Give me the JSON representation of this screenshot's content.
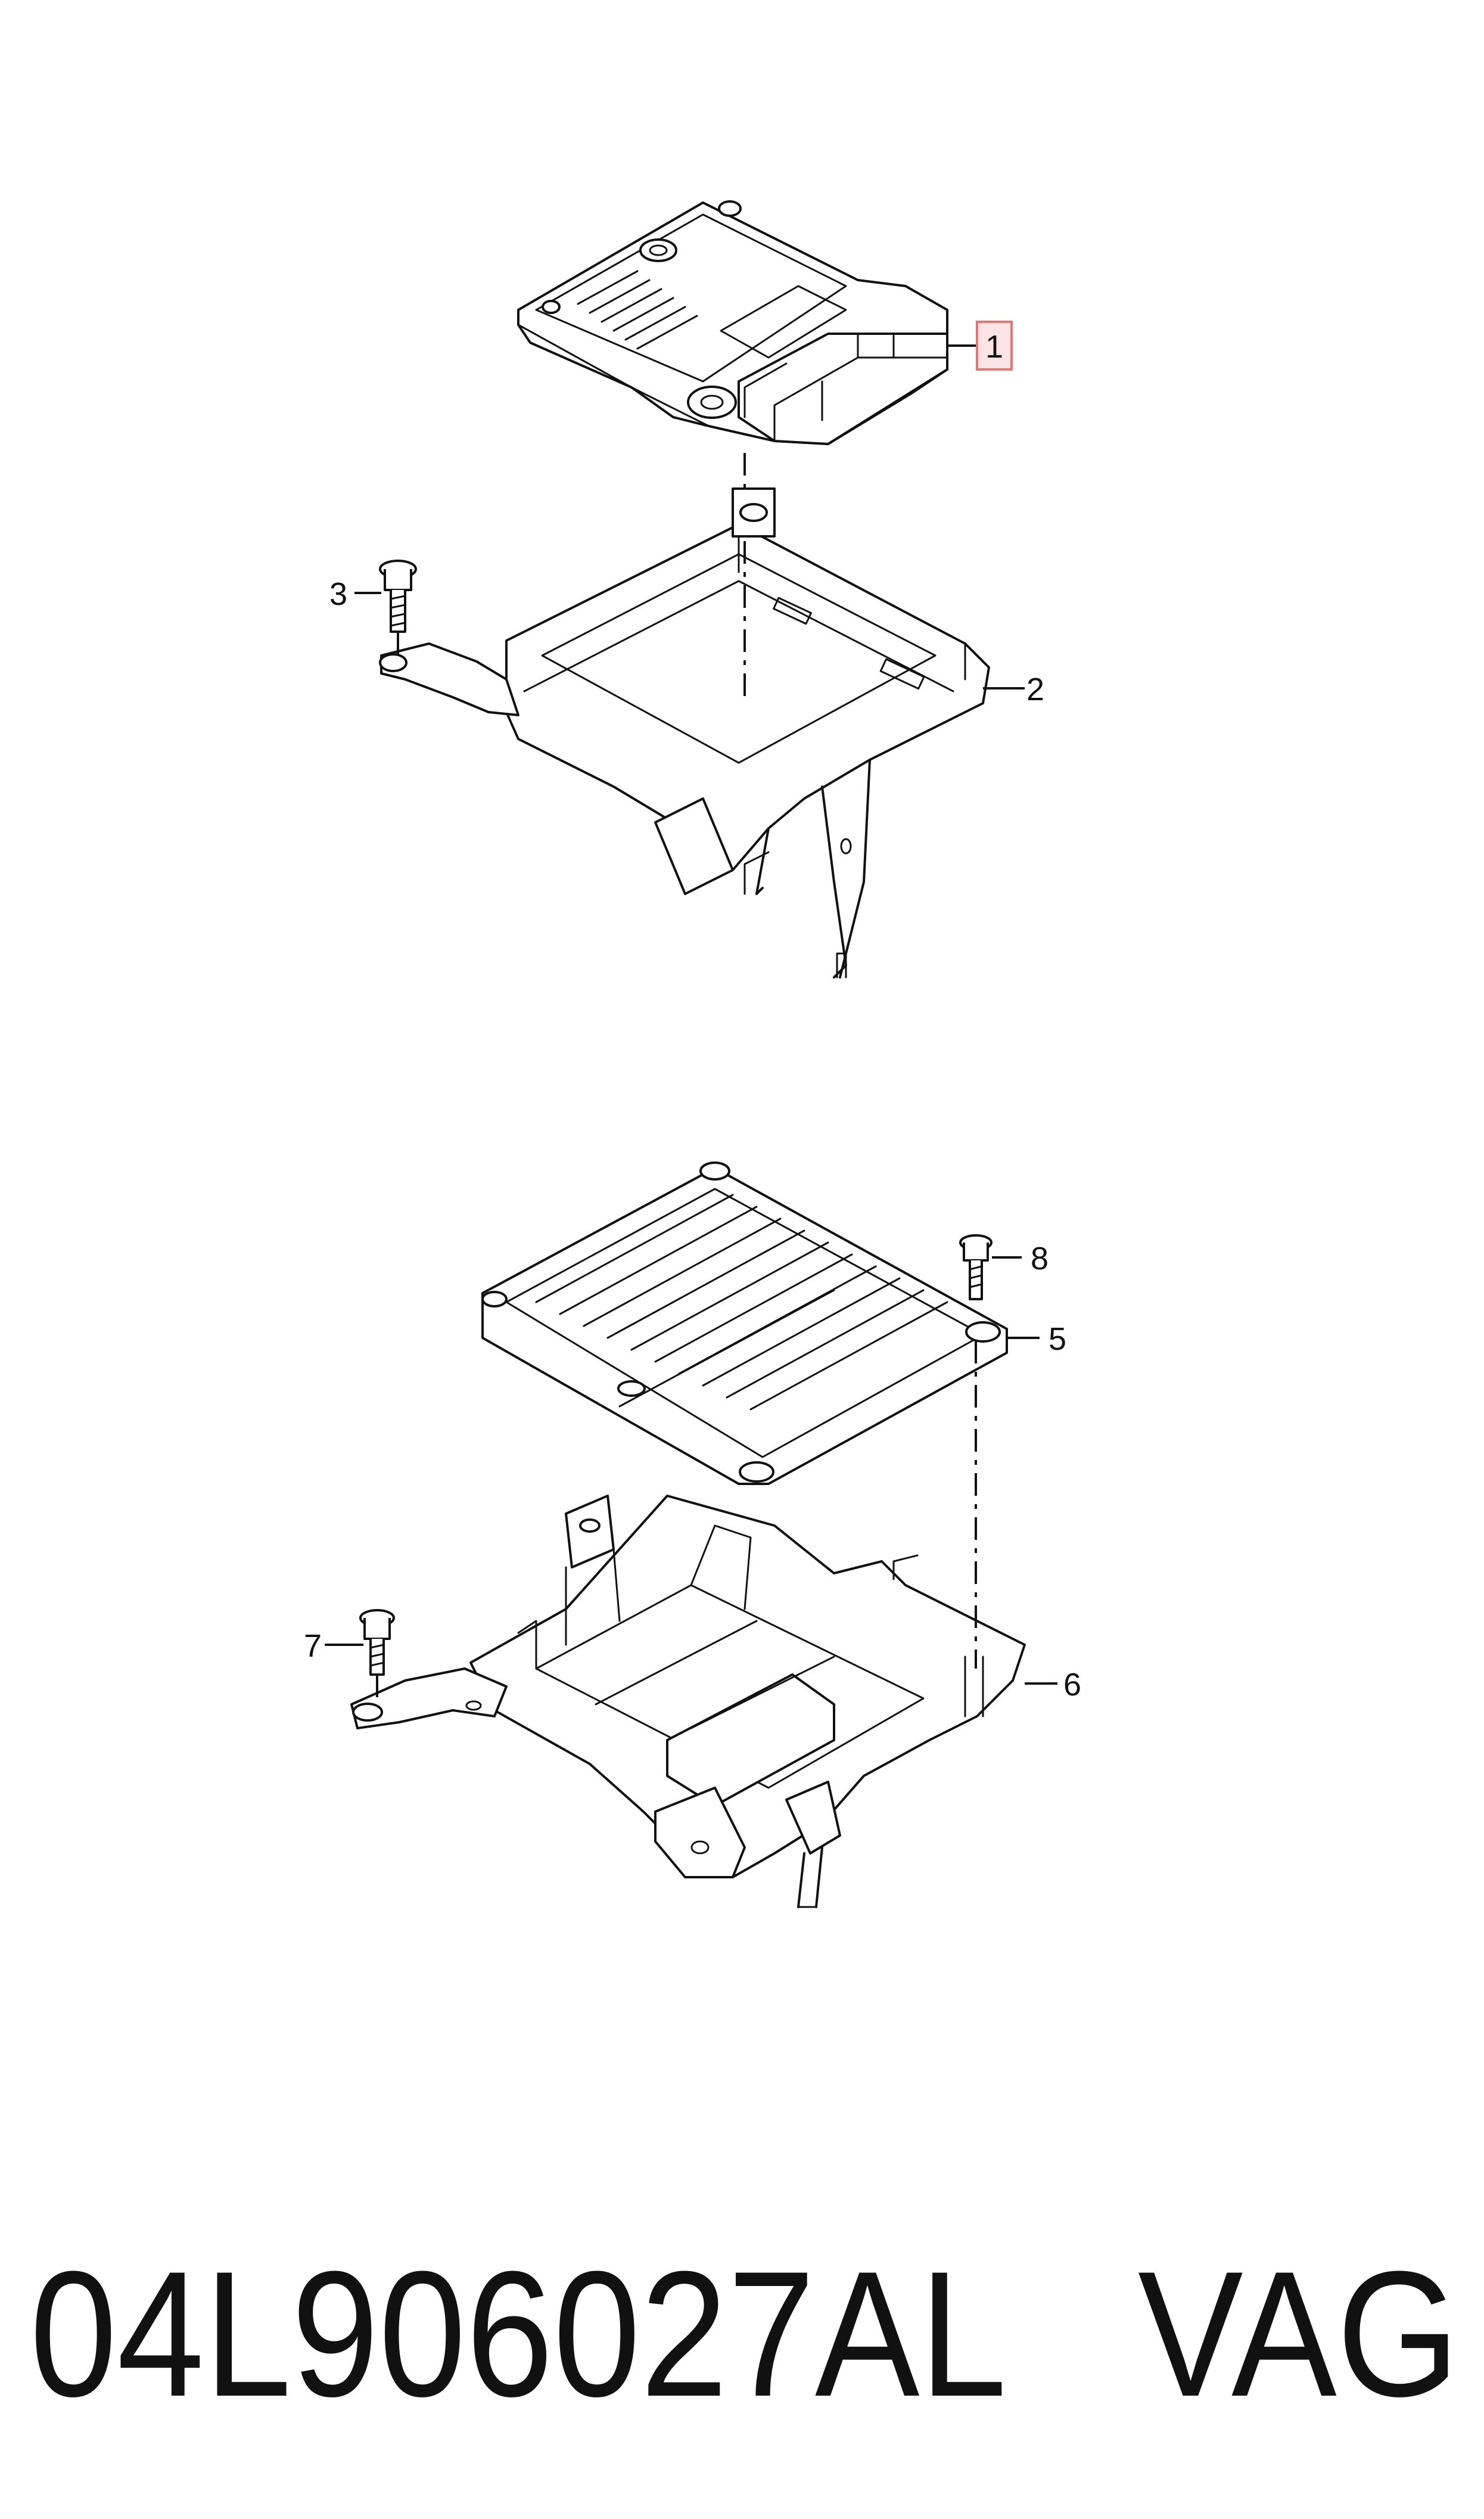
{
  "callouts": {
    "c1": "1",
    "c2": "2",
    "c3": "3",
    "c5": "5",
    "c6": "6",
    "c7": "7",
    "c8": "8"
  },
  "footer": {
    "part_number": "04L906027AL",
    "brand": "VAG"
  },
  "colors": {
    "line": "#111111",
    "highlight_fill": "#fde3e3",
    "highlight_stroke": "#e07777",
    "background": "#ffffff"
  }
}
